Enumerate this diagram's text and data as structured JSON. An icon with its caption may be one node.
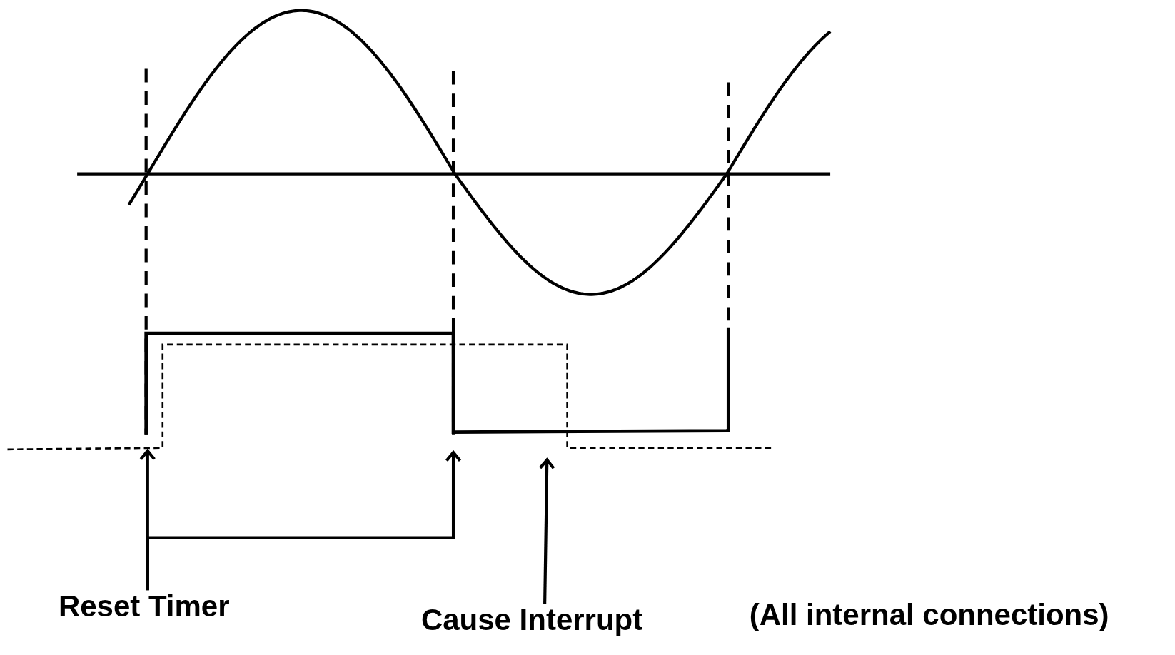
{
  "diagram": {
    "nodes": [
      {
        "text": [
          "Reset Timer"
        ]
      },
      {
        "text": [
          "Cause Interrupt"
        ]
      }
    ],
    "edges": [
      {
        "from": 0,
        "to": null,
        "arrow": "to"
      },
      {
        "from": 0,
        "to": null,
        "arrow": "to"
      },
      {
        "from": 1,
        "to": null,
        "arrow": "to"
      }
    ],
    "labels": [
      "(All internal connections)"
    ]
  }
}
